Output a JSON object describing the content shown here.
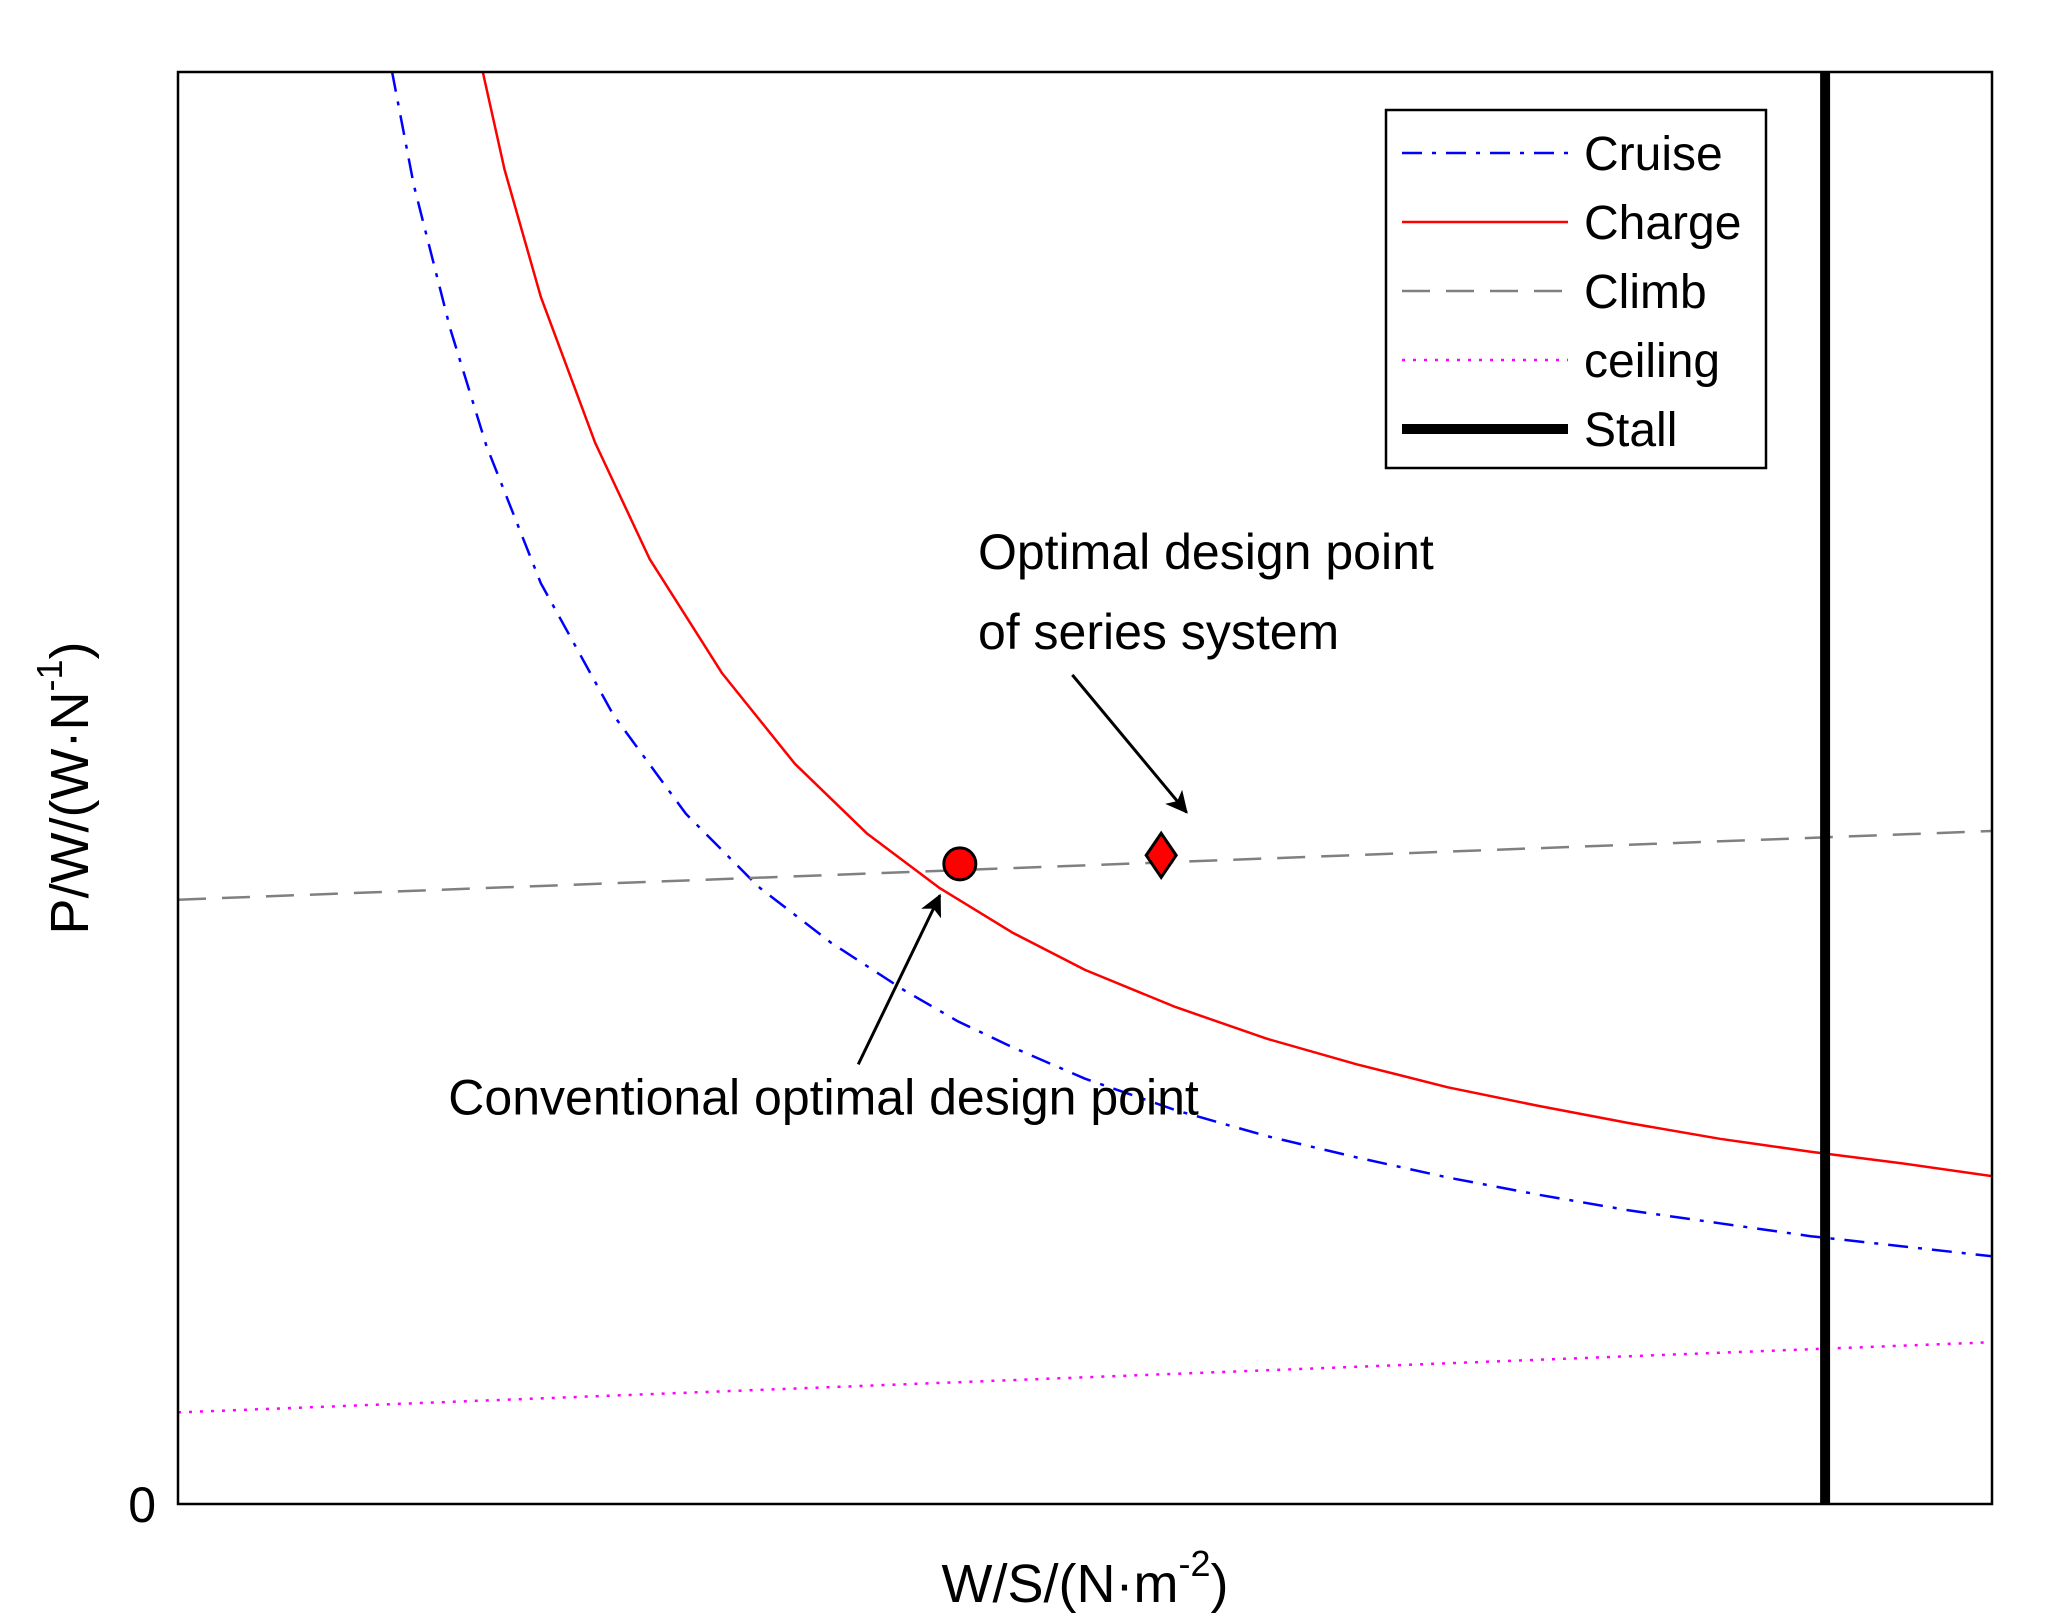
{
  "chart_data": {
    "type": "line",
    "title": "",
    "xlabel": "W/S/(N·m",
    "xlabel_sup": "-2",
    "xlabel_end": ")",
    "ylabel": "P/W/(W·N",
    "ylabel_sup": "-1",
    "ylabel_end": ")",
    "xlim": [
      0,
      100
    ],
    "ylim": [
      0,
      100
    ],
    "y_tick_labels": [
      {
        "value": 0,
        "label": "0"
      }
    ],
    "grid": false,
    "legend_position": "top-right",
    "series": [
      {
        "name": "Cruise",
        "color": "#0000ff",
        "style": "dashdot",
        "x": [
          11.8,
          13,
          15,
          17,
          20,
          24,
          28,
          32,
          36,
          40,
          43,
          46,
          50,
          55,
          60,
          65,
          70,
          75,
          80,
          85,
          90,
          95,
          100
        ],
        "y": [
          100,
          92.1,
          82.1,
          73.9,
          64.3,
          55.1,
          48.2,
          43.1,
          39.2,
          35.9,
          33.7,
          31.9,
          29.7,
          27.5,
          25.7,
          24.2,
          22.8,
          21.6,
          20.5,
          19.6,
          18.7,
          18.0,
          17.3
        ]
      },
      {
        "name": "Charge",
        "color": "#ff0000",
        "style": "solid",
        "x": [
          16.8,
          18,
          20,
          23,
          26,
          30,
          34,
          38,
          42,
          46,
          50,
          55,
          60,
          65,
          70,
          75,
          80,
          85,
          90,
          95,
          100
        ],
        "y": [
          100,
          93.2,
          84.3,
          74.1,
          66.0,
          58.0,
          51.7,
          46.8,
          43.0,
          39.9,
          37.3,
          34.7,
          32.5,
          30.7,
          29.1,
          27.8,
          26.6,
          25.5,
          24.6,
          23.8,
          22.9
        ]
      },
      {
        "name": "Climb",
        "color": "#808080",
        "style": "dashed",
        "x": [
          0,
          100
        ],
        "y": [
          42.2,
          47.0
        ]
      },
      {
        "name": "ceiling",
        "color": "#ff00ff",
        "style": "dotted",
        "x": [
          0,
          100
        ],
        "y": [
          6.4,
          11.3
        ]
      },
      {
        "name": "Stall",
        "color": "#000000",
        "style": "solid-thick",
        "x": [
          90.8,
          90.8
        ],
        "y": [
          0,
          100
        ]
      }
    ],
    "points": [
      {
        "name": "conventional-optimal-point",
        "marker": "circle",
        "color": "#ff0000",
        "x": 43.1,
        "y": 44.7
      },
      {
        "name": "series-optimal-point",
        "marker": "diamond",
        "color": "#ff0000",
        "x": 54.2,
        "y": 45.3
      }
    ],
    "annotations": [
      {
        "name": "series-optimal-annotation",
        "lines": [
          "Optimal design point",
          "of series system"
        ],
        "text_x": 44.1,
        "text_y": 65.3,
        "arrow_from": [
          49.3,
          57.9
        ],
        "arrow_to": [
          55.6,
          48.3
        ]
      },
      {
        "name": "conventional-optimal-annotation",
        "lines": [
          "Conventional optimal design point"
        ],
        "text_x": 14.9,
        "text_y": 27.2,
        "arrow_from": [
          37.5,
          30.7
        ],
        "arrow_to": [
          42.0,
          42.5
        ]
      }
    ]
  }
}
